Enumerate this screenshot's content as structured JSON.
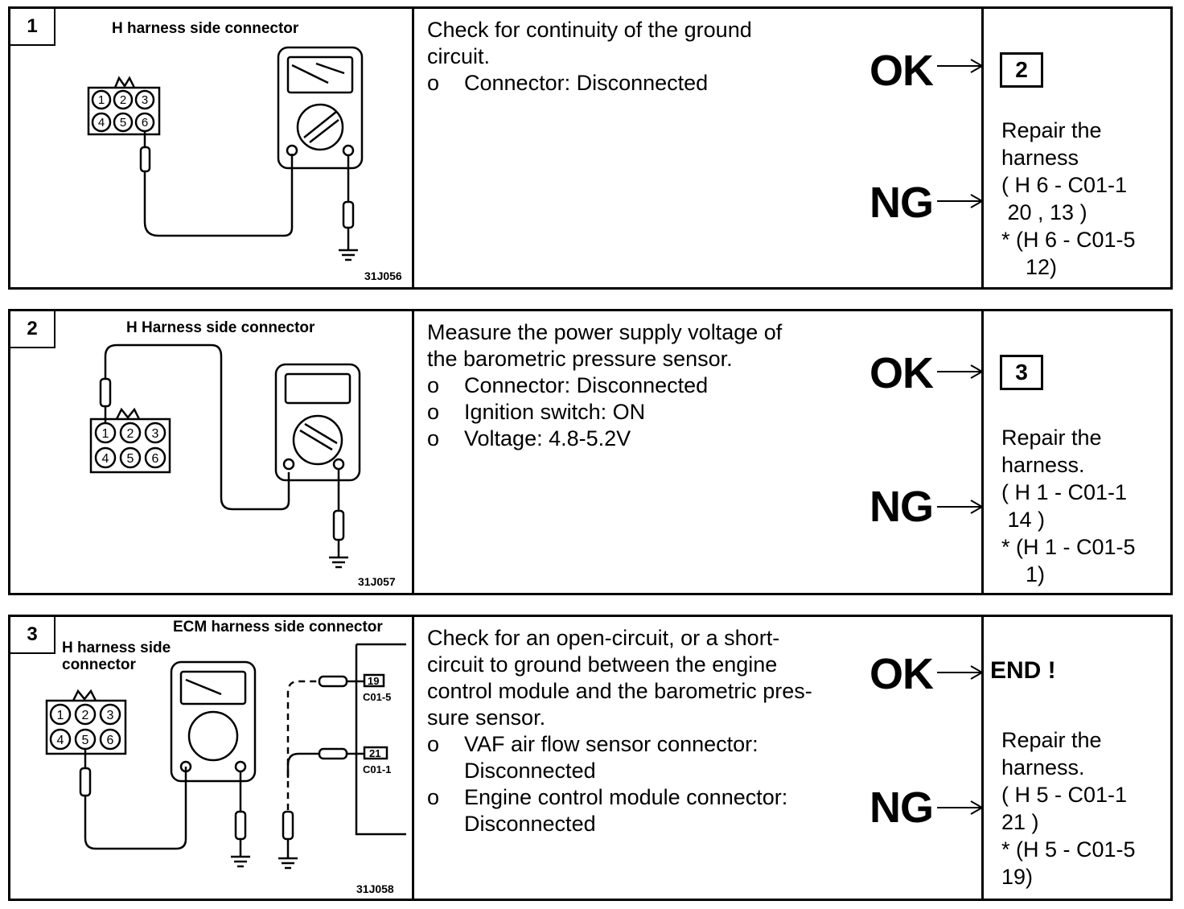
{
  "steps": [
    {
      "number": "1",
      "caption": "H harness side connector",
      "caption2": "",
      "figure_id": "31J056",
      "instruction": "Check for continuity of the ground circuit.",
      "bullets": [
        "Connector: Disconnected"
      ],
      "ok_label": "OK",
      "ng_label": "NG",
      "ok_result": "2",
      "ng_result": "Repair the\nharness\n( H 6 - C01-1\n 20 , 13 )\n* (H 6 - C01-5\n    12)"
    },
    {
      "number": "2",
      "caption": "H Harness side connector",
      "caption2": "",
      "figure_id": "31J057",
      "instruction": "Measure the power supply voltage of the barometric pressure sensor.",
      "bullets": [
        "Connector: Disconnected",
        "Ignition switch: ON",
        "Voltage: 4.8-5.2V"
      ],
      "ok_label": "OK",
      "ng_label": "NG",
      "ok_result": "3",
      "ng_result": "Repair the\nharness.\n( H 1 - C01-1\n 14 )\n* (H 1 - C01-5\n    1)"
    },
    {
      "number": "3",
      "caption": "ECM harness side connector",
      "caption2": "H harness side\nconnector",
      "figure_id": "31J058",
      "pin_labels": [
        "19",
        "C01-5",
        "21",
        "C01-1"
      ],
      "instruction": "Check for an open-circuit, or a short-circuit to ground between the engine control module and the barometric pres-sure sensor.",
      "bullets": [
        "VAF air flow sensor connector: Disconnected",
        "Engine control module connector: Disconnected"
      ],
      "ok_label": "OK",
      "ng_label": "NG",
      "ok_result": "END !",
      "ng_result": "Repair the\nharness.\n( H 5 - C01-1\n21 )\n* (H 5 - C01-5\n19)"
    }
  ],
  "connector_pins": [
    "1",
    "2",
    "3",
    "4",
    "5",
    "6"
  ]
}
